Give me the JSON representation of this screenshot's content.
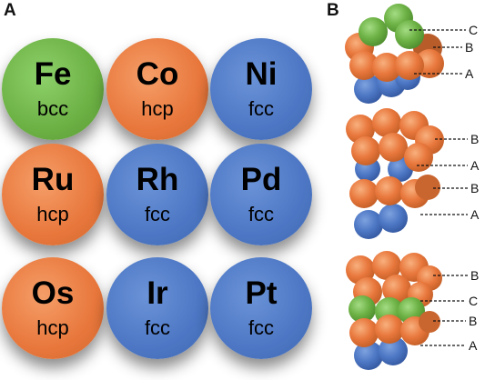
{
  "panels": {
    "a": "A",
    "b": "B"
  },
  "elements": [
    {
      "symbol": "Fe",
      "structure": "bcc",
      "color": "green"
    },
    {
      "symbol": "Co",
      "structure": "hcp",
      "color": "orange"
    },
    {
      "symbol": "Ni",
      "structure": "fcc",
      "color": "blue"
    },
    {
      "symbol": "Ru",
      "structure": "hcp",
      "color": "orange"
    },
    {
      "symbol": "Rh",
      "structure": "fcc",
      "color": "blue"
    },
    {
      "symbol": "Pd",
      "structure": "fcc",
      "color": "blue"
    },
    {
      "symbol": "Os",
      "structure": "hcp",
      "color": "orange"
    },
    {
      "symbol": "Ir",
      "structure": "fcc",
      "color": "blue"
    },
    {
      "symbol": "Pt",
      "structure": "fcc",
      "color": "blue"
    }
  ],
  "colors": {
    "green": "#6cb144",
    "orange": "#e8773c",
    "blue": "#4d77c4"
  },
  "stacks": [
    {
      "layers": [
        "C",
        "B",
        "A"
      ]
    },
    {
      "layers": [
        "B",
        "A",
        "B",
        "A"
      ]
    },
    {
      "layers": [
        "B",
        "C",
        "B",
        "A"
      ]
    }
  ]
}
